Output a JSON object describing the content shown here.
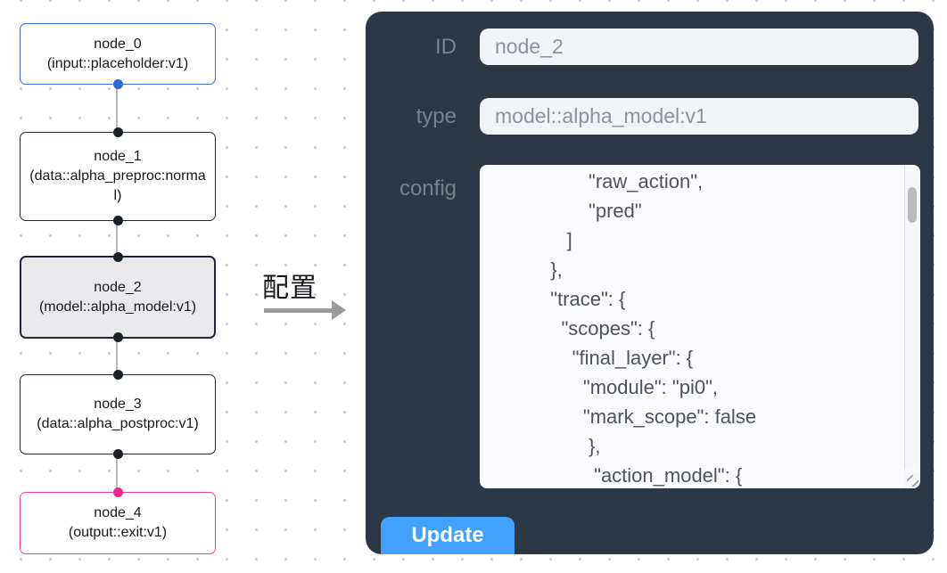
{
  "flow": {
    "nodes": [
      {
        "name": "node_0",
        "kind": "(input::placeholder:v1)",
        "accent": "#3a6fd8",
        "selected": false
      },
      {
        "name": "node_1",
        "kind": "(data::alpha_preproc:normal)",
        "accent": "#232936",
        "selected": false
      },
      {
        "name": "node_2",
        "kind": "(model::alpha_model:v1)",
        "accent": "#232936",
        "selected": true
      },
      {
        "name": "node_3",
        "kind": "(data::alpha_postproc:v1)",
        "accent": "#232936",
        "selected": false
      },
      {
        "name": "node_4",
        "kind": "(output::exit:v1)",
        "accent": "#f23e93",
        "selected": false
      }
    ]
  },
  "annotation": {
    "label": "配置"
  },
  "panel": {
    "id_field": {
      "label": "ID",
      "value": "node_2"
    },
    "type_field": {
      "label": "type",
      "value": "model::alpha_model:v1"
    },
    "config_field": {
      "label": "config",
      "value": "                  \"raw_action\",\n                  \"pred\"\n              ]\n           },\n           \"trace\": {\n             \"scopes\": {\n               \"final_layer\": {\n                 \"module\": \"pi0\",\n                 \"mark_scope\": false\n                  },\n                   \"action_model\": {"
    },
    "update_button": "Update"
  },
  "colors": {
    "panel_bg": "#2d3847",
    "input_bg": "#f2f3f7",
    "textarea_bg": "#fbfbfd",
    "button_blue": "#43a1fd",
    "node_selected_bg": "#e9e9ec",
    "accent_blue": "#3a6fd8",
    "accent_pink": "#f23e93",
    "port_dark": "#1b2029",
    "edge_gray": "#b5b8bd"
  }
}
